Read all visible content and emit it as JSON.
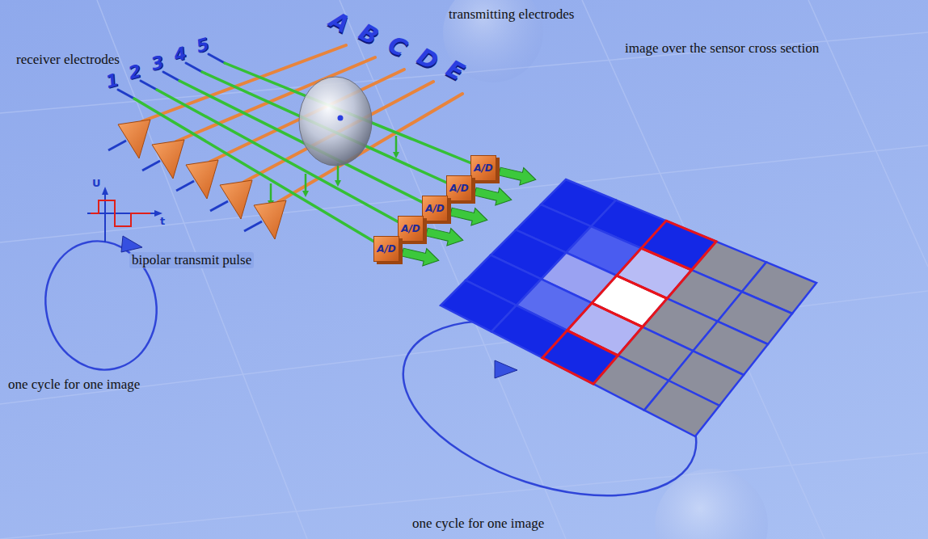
{
  "diagram": {
    "nodes": [
      {
        "text": [
          "A/D"
        ]
      },
      {
        "text": [
          "A/D"
        ]
      },
      {
        "text": [
          "A/D"
        ]
      },
      {
        "text": [
          "A/D"
        ]
      },
      {
        "text": [
          "A/D"
        ]
      }
    ],
    "labels": [
      "receiver electrodes",
      "transmitting electrodes",
      "1",
      "2",
      "3",
      "4",
      "5",
      "A",
      "B",
      "C",
      "D",
      "E",
      "U",
      "t",
      "bipolar transmit pulse",
      "image over the sensor cross section",
      "one cycle for one image",
      "one cycle for one image"
    ]
  }
}
